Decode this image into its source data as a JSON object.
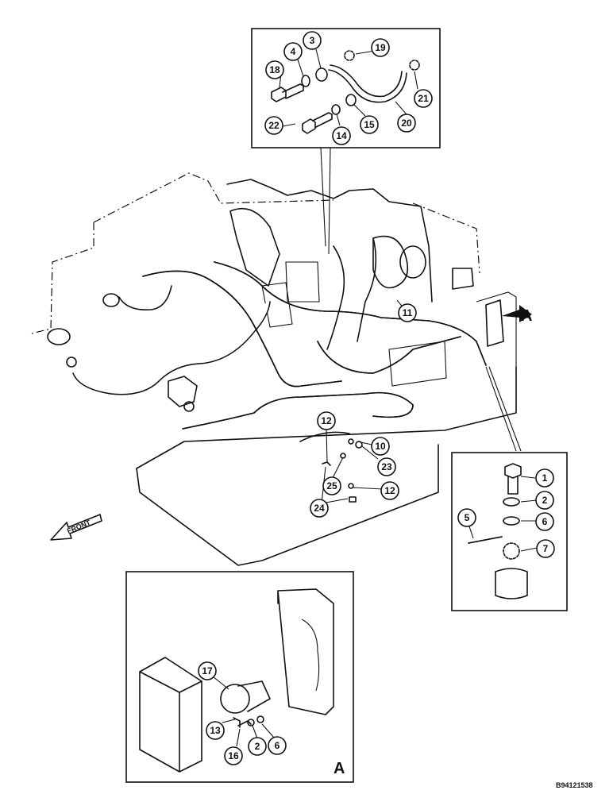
{
  "diagram": {
    "callouts": {
      "c3": "3",
      "c4": "4",
      "c18": "18",
      "c19": "19",
      "c20": "20",
      "c21": "21",
      "c22": "22",
      "c14": "14",
      "c15": "15",
      "c11": "11",
      "c12a": "12",
      "c10": "10",
      "c23": "23",
      "c25": "25",
      "c12b": "12",
      "c24": "24",
      "c1": "1",
      "c2a": "2",
      "c6a": "6",
      "c5": "5",
      "c7": "7",
      "c17": "17",
      "c13": "13",
      "c16": "16",
      "c2b": "2",
      "c6b": "6"
    },
    "view_letter_main": "A",
    "view_letter_detail": "A",
    "front_label": "FRONT",
    "drawing_number": "B94121538"
  }
}
